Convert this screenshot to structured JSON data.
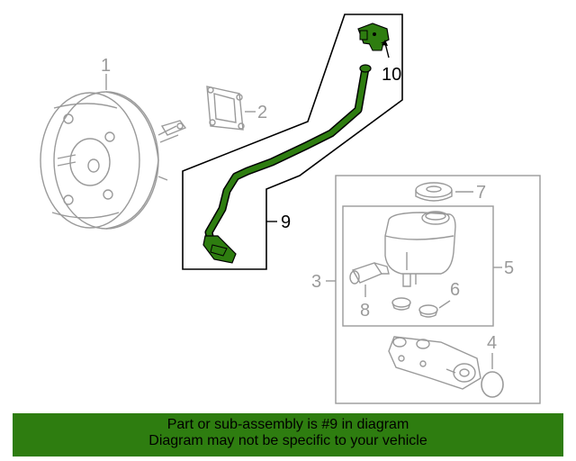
{
  "callouts": {
    "c1": "1",
    "c2": "2",
    "c3": "3",
    "c4": "4",
    "c5": "5",
    "c6": "6",
    "c7": "7",
    "c8": "8",
    "c9": "9",
    "c10": "10"
  },
  "highlight_color": "#2e7d10",
  "highlighted_parts": [
    "9",
    "10"
  ],
  "banner": {
    "line1": "Part or sub-assembly is #9 in diagram",
    "line2": "Diagram may not be specific to your vehicle"
  }
}
